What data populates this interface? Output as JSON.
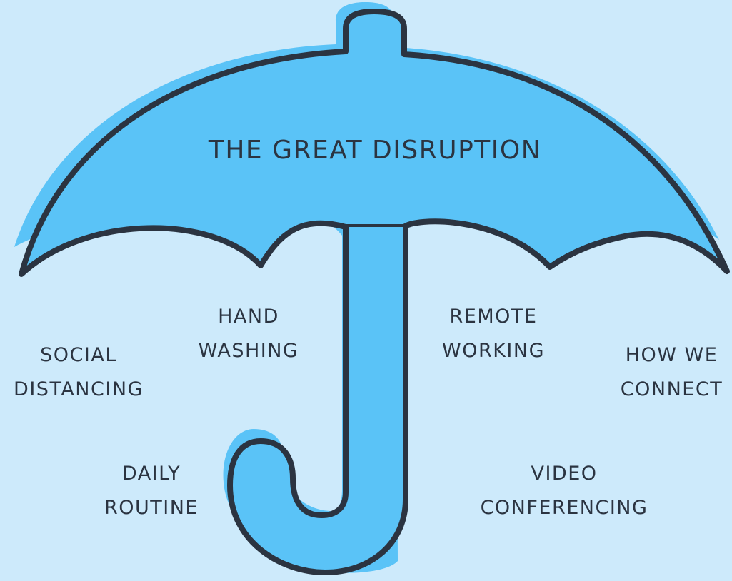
{
  "title": "THE GREAT DISRUPTION",
  "labels": {
    "social_distancing": [
      "SOCIAL",
      "DISTANCING"
    ],
    "hand_washing": [
      "HAND",
      "WASHING"
    ],
    "daily_routine": [
      "DAILY",
      "ROUTINE"
    ],
    "remote_working": [
      "REMOTE",
      "WORKING"
    ],
    "how_we_connect": [
      "HOW WE",
      "CONNECT"
    ],
    "video_conferencing": [
      "VIDEO",
      "CONFERENCING"
    ]
  },
  "colors": {
    "background": "#cdeafb",
    "umbrella_fill": "#5ac3f7",
    "outline": "#2b3441",
    "text": "#2b3441"
  }
}
